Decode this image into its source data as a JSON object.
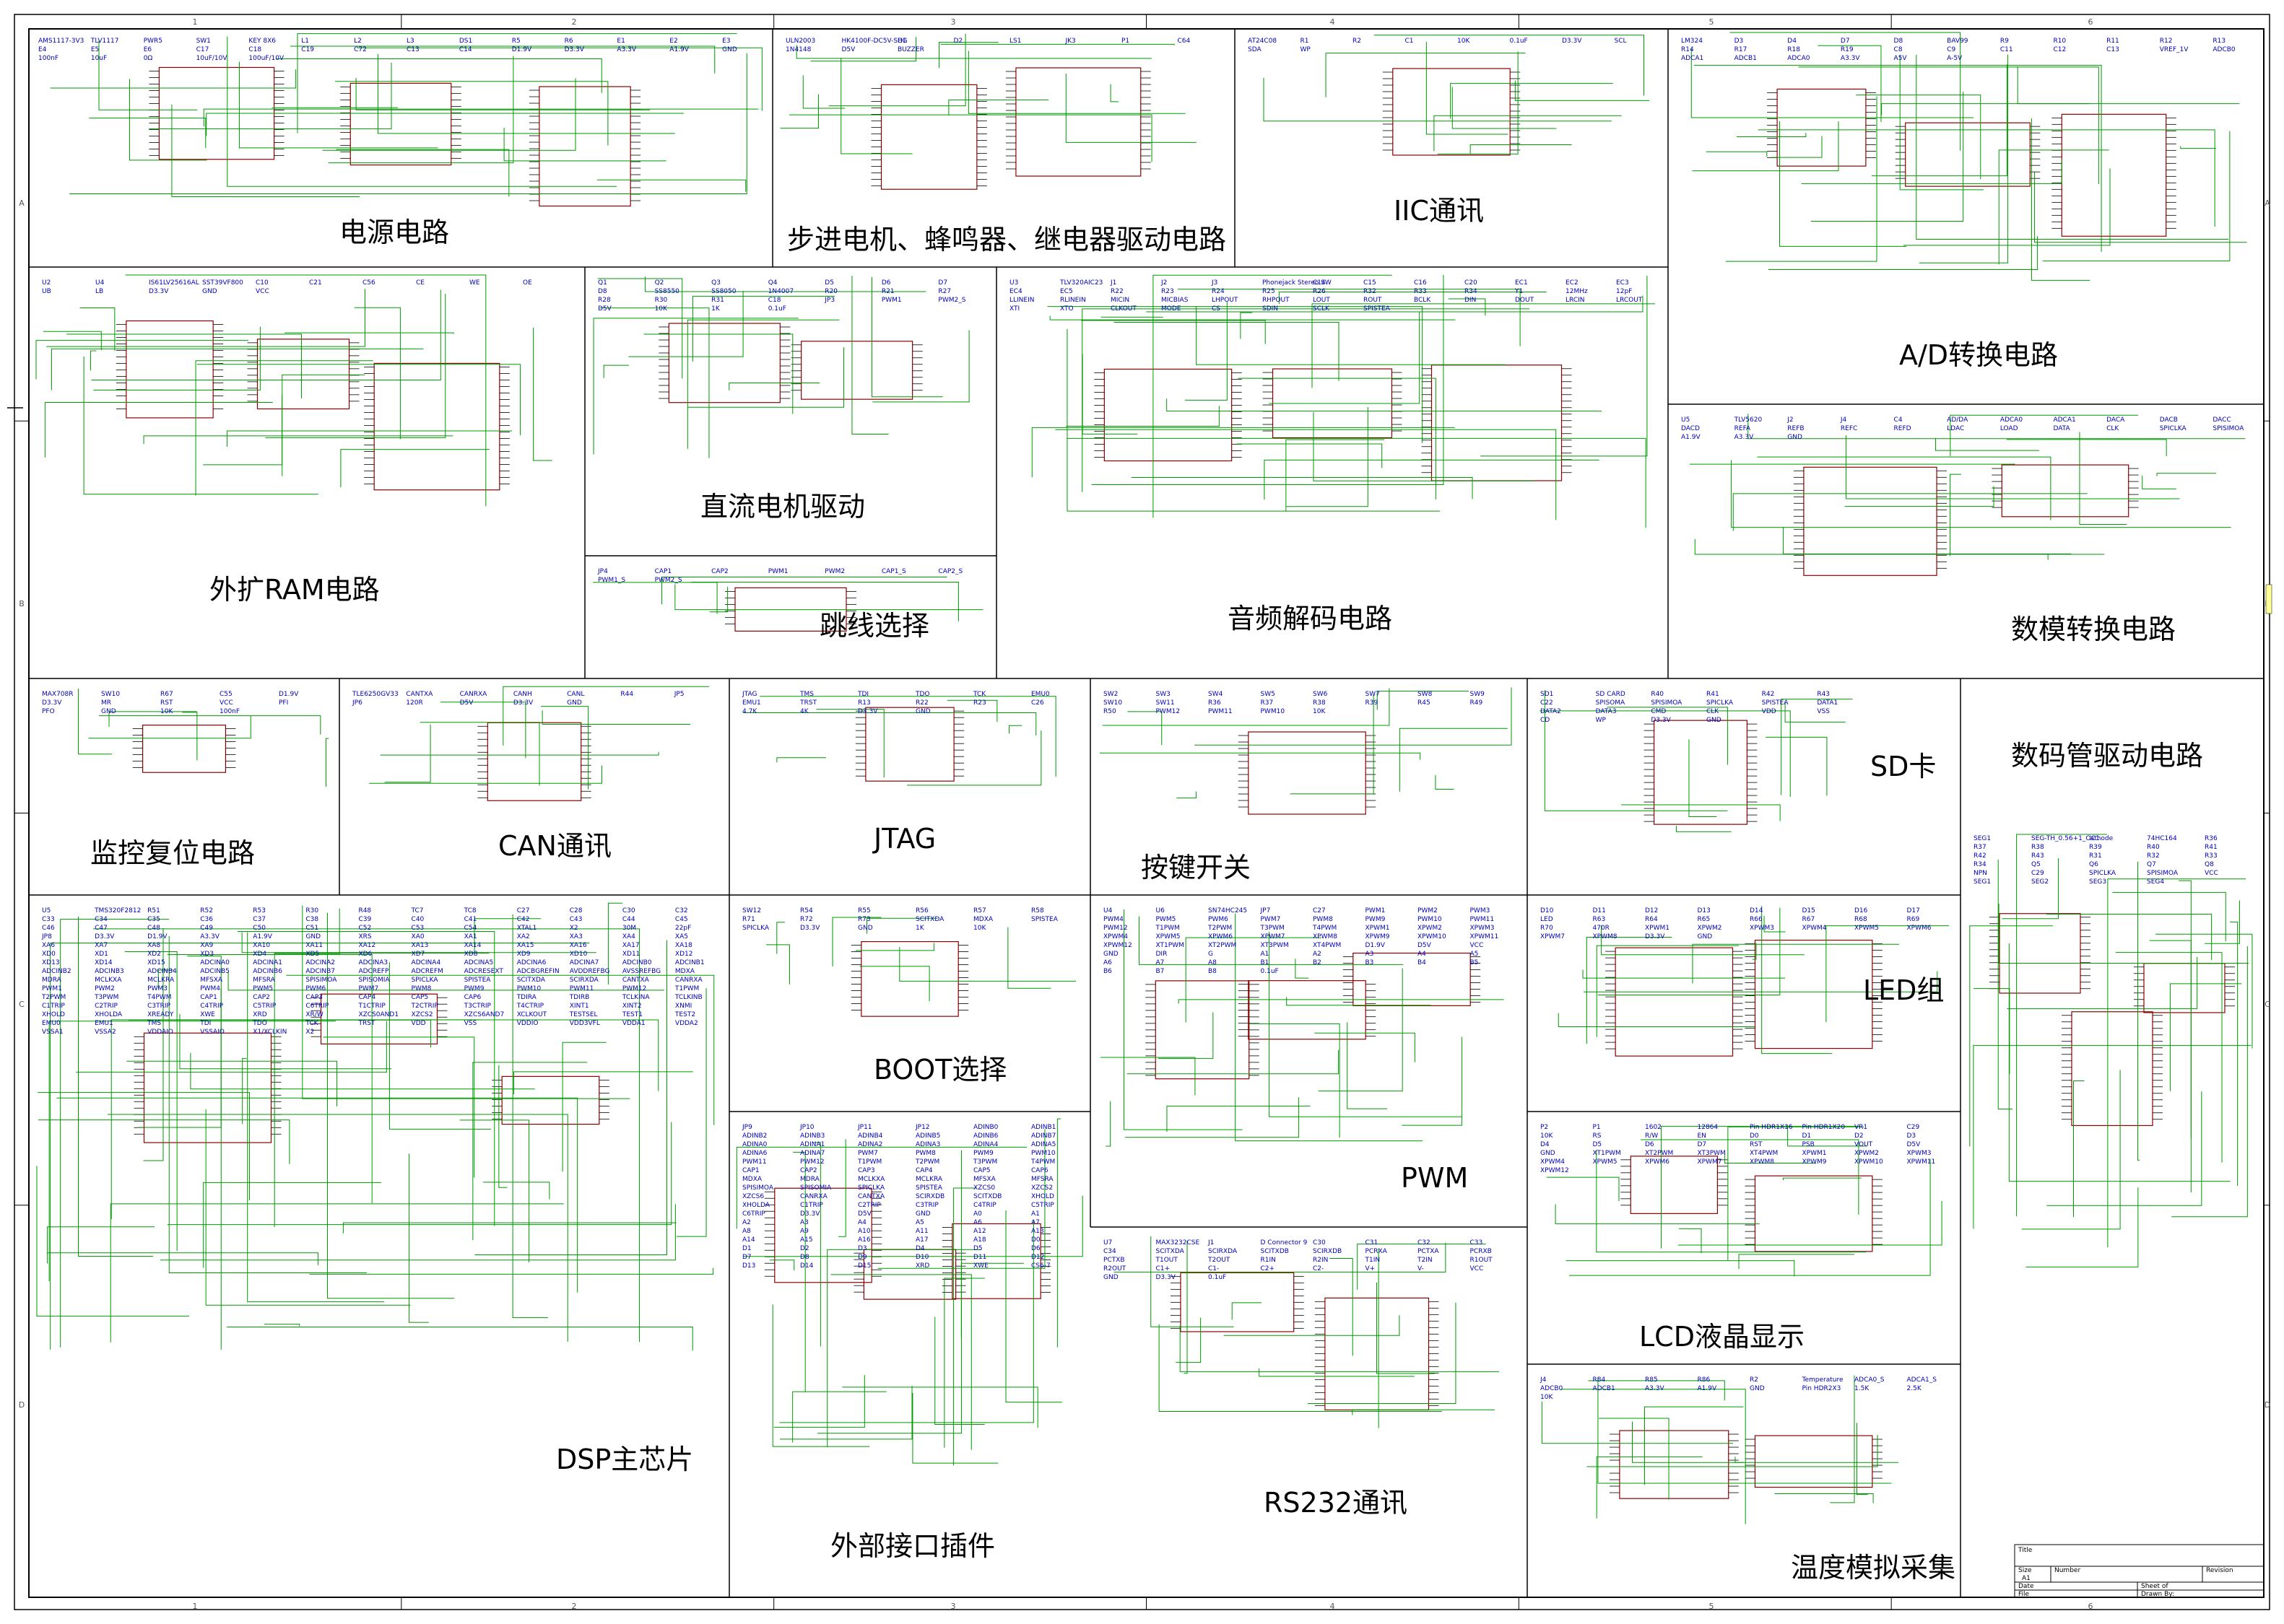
{
  "sections": [
    {
      "id": "power",
      "title": "电源电路"
    },
    {
      "id": "stepper",
      "title": "步进电机、蜂鸣器、继电器驱动电路"
    },
    {
      "id": "iic",
      "title": "IIC通讯"
    },
    {
      "id": "adc",
      "title": "A/D转换电路"
    },
    {
      "id": "ram",
      "title": "外扩RAM电路"
    },
    {
      "id": "dcmotor",
      "title": "直流电机驱动"
    },
    {
      "id": "jumper",
      "title": "跳线选择"
    },
    {
      "id": "audio",
      "title": "音频解码电路"
    },
    {
      "id": "dac",
      "title": "数模转换电路"
    },
    {
      "id": "reset",
      "title": "监控复位电路"
    },
    {
      "id": "can",
      "title": "CAN通讯"
    },
    {
      "id": "jtag",
      "title": "JTAG"
    },
    {
      "id": "keys",
      "title": "按键开关"
    },
    {
      "id": "sd",
      "title": "SD卡"
    },
    {
      "id": "seg",
      "title": "数码管驱动电路"
    },
    {
      "id": "dsp",
      "title": "DSP主芯片"
    },
    {
      "id": "boot",
      "title": "BOOT选择"
    },
    {
      "id": "led",
      "title": "LED组"
    },
    {
      "id": "pwm",
      "title": "PWM"
    },
    {
      "id": "lcd",
      "title": "LCD液晶显示"
    },
    {
      "id": "ext",
      "title": "外部接口插件"
    },
    {
      "id": "rs232",
      "title": "RS232通讯"
    },
    {
      "id": "temp",
      "title": "温度模拟采集"
    }
  ],
  "zone_columns": [
    "1",
    "2",
    "3",
    "4",
    "5",
    "6"
  ],
  "zone_rows": [
    "A",
    "B",
    "C",
    "D"
  ],
  "components": {
    "power": [
      "AMS1117-3V3",
      "TLV1117",
      "PWR5",
      "SW1",
      "KEY 8X6",
      "L1",
      "L2",
      "L3",
      "DS1",
      "R5",
      "R6",
      "E1",
      "E2",
      "E3",
      "E4",
      "E5",
      "E6",
      "C17",
      "C18",
      "C19",
      "C72",
      "C13",
      "C14",
      "D1.9V",
      "D3.3V",
      "A3.3V",
      "A1.9V",
      "GND",
      "100nF",
      "10uF",
      "0Ω",
      "10uF/10V",
      "100uF/10V"
    ],
    "stepper": [
      "ULN2003",
      "HK4100F-DC5V-SHG",
      "D1",
      "D2",
      "LS1",
      "JK3",
      "P1",
      "C64",
      "1N4148",
      "D5V",
      "BUZZER"
    ],
    "iic": [
      "AT24C08",
      "R1",
      "R2",
      "C1",
      "10K",
      "0.1uF",
      "D3.3V",
      "SCL",
      "SDA",
      "WP"
    ],
    "adc": [
      "LM324",
      "D3",
      "D4",
      "D7",
      "D8",
      "BAV99",
      "R9",
      "R10",
      "R11",
      "R12",
      "R13",
      "R14",
      "R17",
      "R18",
      "R19",
      "C8",
      "C9",
      "C11",
      "C12",
      "C13",
      "VREF_1V",
      "ADCB0",
      "ADCA1",
      "ADCB1",
      "ADCA0",
      "A3.3V",
      "A5V",
      "A-5V"
    ],
    "ram": [
      "U2",
      "U4",
      "IS61LV25616AL",
      "SST39VF800",
      "C10",
      "C21",
      "C56",
      "CE",
      "WE",
      "OE",
      "UB",
      "LB",
      "D3.3V",
      "GND",
      "VCC"
    ],
    "dcmotor": [
      "Q1",
      "Q2",
      "Q3",
      "Q4",
      "D5",
      "D6",
      "D7",
      "D8",
      "SS8550",
      "SS8050",
      "1N4007",
      "R20",
      "R21",
      "R27",
      "R28",
      "R30",
      "R31",
      "C18",
      "JP3",
      "PWM1",
      "PWM2_S",
      "D5V",
      "10K",
      "1K",
      "0.1uF"
    ],
    "jumper": [
      "JP4",
      "CAP1",
      "CAP2",
      "PWM1",
      "PWM2",
      "CAP1_S",
      "CAP2_S",
      "PWM1_S",
      "PWM2_S"
    ],
    "audio": [
      "U3",
      "TLV320AIC23",
      "J1",
      "J2",
      "J3",
      "Phonejack Stereo SW",
      "C14",
      "C15",
      "C16",
      "C20",
      "EC1",
      "EC2",
      "EC3",
      "EC4",
      "EC5",
      "R22",
      "R23",
      "R24",
      "R25",
      "R26",
      "R32",
      "R33",
      "R34",
      "Y1",
      "12MHz",
      "12pF",
      "LLINEIN",
      "RLINEIN",
      "MICIN",
      "MICBIAS",
      "LHPOUT",
      "RHPOUT",
      "LOUT",
      "ROUT",
      "BCLK",
      "DIN",
      "DOUT",
      "LRCIN",
      "LRCOUT",
      "XTI",
      "XTO",
      "CLKOUT",
      "MODE",
      "CS",
      "SDIN",
      "SCLK",
      "SPISTEA"
    ],
    "dac": [
      "U5",
      "TLV5620",
      "J2",
      "J4",
      "C4",
      "AD/DA",
      "ADCA0",
      "ADCA1",
      "DACA",
      "DACB",
      "DACC",
      "DACD",
      "REFA",
      "REFB",
      "REFC",
      "REFD",
      "LDAC",
      "LOAD",
      "DATA",
      "CLK",
      "SPICLKA",
      "SPISIMOA",
      "A1.9V",
      "A3.3V",
      "GND"
    ],
    "reset": [
      "MAX708R",
      "SW10",
      "R67",
      "C55",
      "D1.9V",
      "D3.3V",
      "MR",
      "RST",
      "VCC",
      "PFI",
      "PFO",
      "GND",
      "10K",
      "100nF"
    ],
    "can": [
      "TLE6250GV33",
      "CANTXA",
      "CANRXA",
      "CANH",
      "CANL",
      "R44",
      "JP5",
      "JP6",
      "120R",
      "D5V",
      "D3.3V",
      "GND"
    ],
    "jtag": [
      "JTAG",
      "TMS",
      "TDI",
      "TDO",
      "TCK",
      "EMU0",
      "EMU1",
      "TRST",
      "R13",
      "R22",
      "R23",
      "C26",
      "4.7K",
      "4K",
      "D3.3V",
      "GND"
    ],
    "keys": [
      "SW2",
      "SW3",
      "SW4",
      "SW5",
      "SW6",
      "SW7",
      "SW8",
      "SW9",
      "SW10",
      "SW11",
      "R36",
      "R37",
      "R38",
      "R39",
      "R45",
      "R49",
      "R50",
      "PWM12",
      "PWM11",
      "PWM10",
      "10K"
    ],
    "sd": [
      "SD1",
      "SD CARD",
      "R40",
      "R41",
      "R42",
      "R43",
      "C22",
      "SPISOMA",
      "SPISIMOA",
      "SPICLKA",
      "SPISTEA",
      "DATA1",
      "DATA2",
      "DATA3",
      "CMD",
      "CLK",
      "VDD",
      "VSS",
      "CD",
      "WP",
      "D3.3V",
      "GND"
    ],
    "seg": [
      "SEG1",
      "SEG-TH_0.56+1_Cathode",
      "IC1",
      "74HC164",
      "R36",
      "R37",
      "R38",
      "R39",
      "R40",
      "R41",
      "R42",
      "R43",
      "R31",
      "R32",
      "R33",
      "R34",
      "Q5",
      "Q6",
      "Q7",
      "Q8",
      "NPN",
      "C29",
      "SPICLKA",
      "SPISIMOA",
      "VCC",
      "SEG1",
      "SEG2",
      "SEG3",
      "SEG4"
    ],
    "dsp": [
      "U5",
      "TMS320F2812",
      "R51",
      "R52",
      "R53",
      "R30",
      "R48",
      "TC7",
      "TC8",
      "C27",
      "C28",
      "C30",
      "C32",
      "C33",
      "C34",
      "C35",
      "C36",
      "C37",
      "C38",
      "C39",
      "C40",
      "C41",
      "C42",
      "C43",
      "C44",
      "C45",
      "C46",
      "C47",
      "C48",
      "C49",
      "C50",
      "C51",
      "C52",
      "C53",
      "C54",
      "XTAL1",
      "X2",
      "30M",
      "22pF",
      "JP8",
      "D3.3V",
      "D1.9V",
      "A3.3V",
      "A1.9V",
      "GND",
      "XRS",
      "XA0",
      "XA1",
      "XA2",
      "XA3",
      "XA4",
      "XA5",
      "XA6",
      "XA7",
      "XA8",
      "XA9",
      "XA10",
      "XA11",
      "XA12",
      "XA13",
      "XA14",
      "XA15",
      "XA16",
      "XA17",
      "XA18",
      "XD0",
      "XD1",
      "XD2",
      "XD3",
      "XD4",
      "XD5",
      "XD6",
      "XD7",
      "XD8",
      "XD9",
      "XD10",
      "XD11",
      "XD12",
      "XD13",
      "XD14",
      "XD15",
      "ADCINA0",
      "ADCINA1",
      "ADCINA2",
      "ADCINA3",
      "ADCINA4",
      "ADCINA5",
      "ADCINA6",
      "ADCINA7",
      "ADCINB0",
      "ADCINB1",
      "ADCINB2",
      "ADCINB3",
      "ADCINB4",
      "ADCINB5",
      "ADCINB6",
      "ADCINB7",
      "ADCREFP",
      "ADCREFM",
      "ADCRESEXT",
      "ADCBGREFIN",
      "AVDDREFBG",
      "AVSSREFBG",
      "MDXA",
      "MDRA",
      "MCLKXA",
      "MCLKRA",
      "MFSXA",
      "MFSRA",
      "SPISIMOA",
      "SPISOMIA",
      "SPICLKA",
      "SPISTEA",
      "SCITXDA",
      "SCIRXDA",
      "CANTXA",
      "CANRXA",
      "PWM1",
      "PWM2",
      "PWM3",
      "PWM4",
      "PWM5",
      "PWM6",
      "PWM7",
      "PWM8",
      "PWM9",
      "PWM10",
      "PWM11",
      "PWM12",
      "T1PWM",
      "T2PWM",
      "T3PWM",
      "T4PWM",
      "CAP1",
      "CAP2",
      "CAP3",
      "CAP4",
      "CAP5",
      "CAP6",
      "TDIRA",
      "TDIRB",
      "TCLKINA",
      "TCLKINB",
      "C1TRIP",
      "C2TRIP",
      "C3TRIP",
      "C4TRIP",
      "C5TRIP",
      "C6TRIP",
      "T1CTRIP",
      "T2CTRIP",
      "T3CTRIP",
      "T4CTRIP",
      "XINT1",
      "XINT2",
      "XNMI",
      "XHOLD",
      "XHOLDA",
      "XREADY",
      "XWE",
      "XRD",
      "XR/W",
      "XZCS0AND1",
      "XZCS2",
      "XZCS6AND7",
      "XCLKOUT",
      "TESTSEL",
      "TEST1",
      "TEST2",
      "EMU0",
      "EMU1",
      "TMS",
      "TDI",
      "TDO",
      "TCK",
      "TRST",
      "VDD",
      "VSS",
      "VDDIO",
      "VDD3VFL",
      "VDDA1",
      "VDDA2",
      "VSSA1",
      "VSSA2",
      "VDDAIO",
      "VSSAIO",
      "X1/XCLKIN",
      "X2"
    ],
    "boot": [
      "SW12",
      "R54",
      "R55",
      "R56",
      "R57",
      "R58",
      "R71",
      "R72",
      "R73",
      "SCITXDA",
      "MDXA",
      "SPISTEA",
      "SPICLKA",
      "D3.3V",
      "GND",
      "1K",
      "10K"
    ],
    "led": [
      "D10",
      "D11",
      "D12",
      "D13",
      "D14",
      "D15",
      "D16",
      "D17",
      "LED",
      "R63",
      "R64",
      "R65",
      "R66",
      "R67",
      "R68",
      "R69",
      "R70",
      "470R",
      "XPWM1",
      "XPWM2",
      "XPWM3",
      "XPWM4",
      "XPWM5",
      "XPWM6",
      "XPWM7",
      "XPWM8",
      "D3.3V",
      "GND"
    ],
    "pwm": [
      "U4",
      "U6",
      "SN74HC245",
      "JP7",
      "C27",
      "PWM1",
      "PWM2",
      "PWM3",
      "PWM4",
      "PWM5",
      "PWM6",
      "PWM7",
      "PWM8",
      "PWM9",
      "PWM10",
      "PWM11",
      "PWM12",
      "T1PWM",
      "T2PWM",
      "T3PWM",
      "T4PWM",
      "XPWM1",
      "XPWM2",
      "XPWM3",
      "XPWM4",
      "XPWM5",
      "XPWM6",
      "XPWM7",
      "XPWM8",
      "XPWM9",
      "XPWM10",
      "XPWM11",
      "XPWM12",
      "XT1PWM",
      "XT2PWM",
      "XT3PWM",
      "XT4PWM",
      "D1.9V",
      "D5V",
      "VCC",
      "GND",
      "DIR",
      "G",
      "A1",
      "A2",
      "A3",
      "A4",
      "A5",
      "A6",
      "A7",
      "A8",
      "B1",
      "B2",
      "B3",
      "B4",
      "B5",
      "B6",
      "B7",
      "B8",
      "0.1uF"
    ],
    "lcd": [
      "P2",
      "P1",
      "1602",
      "12864",
      "Pin HDR1X16",
      "Pin HDR1X20",
      "VR1",
      "C29",
      "10K",
      "RS",
      "R/W",
      "EN",
      "D0",
      "D1",
      "D2",
      "D3",
      "D4",
      "D5",
      "D6",
      "D7",
      "RST",
      "PSB",
      "VOUT",
      "D5V",
      "GND",
      "XT1PWM",
      "XT2PWM",
      "XT3PWM",
      "XT4PWM",
      "XPWM1",
      "XPWM2",
      "XPWM3",
      "XPWM4",
      "XPWM5",
      "XPWM6",
      "XPWM7",
      "XPWM8",
      "XPWM9",
      "XPWM10",
      "XPWM11",
      "XPWM12"
    ],
    "ext": [
      "JP9",
      "JP10",
      "JP11",
      "JP12",
      "ADINB0",
      "ADINB1",
      "ADINB2",
      "ADINB3",
      "ADINB4",
      "ADINB5",
      "ADINB6",
      "ADINB7",
      "ADINA0",
      "ADINA1",
      "ADINA2",
      "ADINA3",
      "ADINA4",
      "ADINA5",
      "ADINA6",
      "ADINA7",
      "PWM7",
      "PWM8",
      "PWM9",
      "PWM10",
      "PWM11",
      "PWM12",
      "T1PWM",
      "T2PWM",
      "T3PWM",
      "T4PWM",
      "CAP1",
      "CAP2",
      "CAP3",
      "CAP4",
      "CAP5",
      "CAP6",
      "MDXA",
      "MDRA",
      "MCLKXA",
      "MCLKRA",
      "MFSXA",
      "MFSRA",
      "SPISIMOA",
      "SPISOMIA",
      "SPICLKA",
      "SPISTEA",
      "XZCS0",
      "XZCS2",
      "XZCS6",
      "CANRXA",
      "CANTXA",
      "SCIRXDB",
      "SCITXDB",
      "XHOLD",
      "XHOLDA",
      "C1TRIP",
      "C2TRIP",
      "C3TRIP",
      "C4TRIP",
      "C5TRIP",
      "C6TRIP",
      "D3.3V",
      "D5V",
      "GND",
      "A0",
      "A1",
      "A2",
      "A3",
      "A4",
      "A5",
      "A6",
      "A7",
      "A8",
      "A9",
      "A10",
      "A11",
      "A12",
      "A13",
      "A14",
      "A15",
      "A16",
      "A17",
      "A18",
      "D0",
      "D1",
      "D2",
      "D3",
      "D4",
      "D5",
      "D6",
      "D7",
      "D8",
      "D9",
      "D10",
      "D11",
      "D12",
      "D13",
      "D14",
      "D15",
      "XRD",
      "XWE",
      "CS6-7"
    ],
    "rs232": [
      "U7",
      "MAX3232CSE",
      "J1",
      "D Connector 9",
      "C30",
      "C31",
      "C32",
      "C33",
      "C34",
      "SCITXDA",
      "SCIRXDA",
      "SCITXDB",
      "SCIRXDB",
      "PCRXA",
      "PCTXA",
      "PCRXB",
      "PCTXB",
      "T1OUT",
      "T2OUT",
      "R1IN",
      "R2IN",
      "T1IN",
      "T2IN",
      "R1OUT",
      "R2OUT",
      "C1+",
      "C1-",
      "C2+",
      "C2-",
      "V+",
      "V-",
      "VCC",
      "GND",
      "D3.3V",
      "0.1uF"
    ],
    "temp": [
      "J4",
      "R84",
      "R85",
      "R86",
      "R2",
      "Temperature",
      "ADCA0_S",
      "ADCA1_S",
      "ADCB0",
      "ADCB1",
      "A3.3V",
      "A1.9V",
      "GND",
      "Pin HDR2X3",
      "1.5K",
      "2.5K",
      "10K"
    ]
  },
  "title_block": {
    "title_label": "Title",
    "size_label": "Size",
    "size_value": "A1",
    "number_label": "Number",
    "revision_label": "Revision",
    "date_label": "Date",
    "file_label": "File",
    "sheet_label": "Sheet  of",
    "drawn_label": "Drawn By:"
  },
  "colors": {
    "border": "#000000",
    "wire": "#009900",
    "component": "#8b0000",
    "net_label": "#0000b4",
    "pin": "#000000",
    "title_text": "#000000",
    "side_marker": "#ffff99"
  }
}
